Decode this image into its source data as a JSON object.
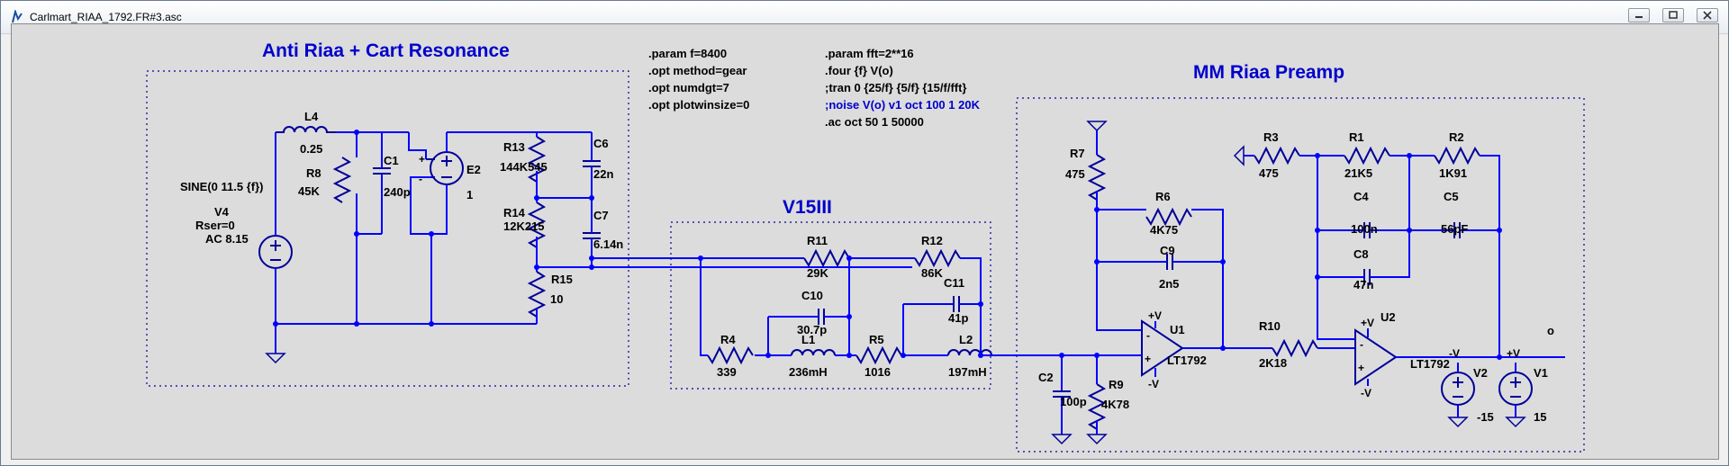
{
  "window": {
    "title": "Carlmart_RIAA_1792.FR#3.asc"
  },
  "titles": {
    "anti_riaa": "Anti Riaa + Cart Resonance",
    "v15": "V15III",
    "mm": "MM Riaa Preamp"
  },
  "directives": [
    ".param f=8400",
    ".opt method=gear",
    ".opt numdgt=7",
    ".opt plotwinsize=0",
    ".param fft=2**16",
    ".four {f} V(o)",
    ";tran 0 {25/f} {5/f} {15/f/fft}",
    ";noise V(o) v1 oct 100 1 20K",
    ".ac oct 50 1 50000"
  ],
  "parts": {
    "L4": {
      "name": "L4",
      "value": "0.25"
    },
    "R8": {
      "name": "R8",
      "value": "45K"
    },
    "C1": {
      "name": "C1",
      "value": "240p"
    },
    "E2": {
      "name": "E2",
      "value": "1"
    },
    "R13": {
      "name": "R13",
      "value": "144K545"
    },
    "R14": {
      "name": "R14",
      "value": "12K215"
    },
    "C6": {
      "name": "C6",
      "value": "22n"
    },
    "C7": {
      "name": "C7",
      "value": "6.14n"
    },
    "R15": {
      "name": "R15",
      "value": "10"
    },
    "V4": {
      "name": "V4",
      "line1": "SINE(0 11.5 {f})",
      "line2": "Rser=0",
      "line3": "AC 8.15"
    },
    "R11": {
      "name": "R11",
      "value": "29K"
    },
    "R12": {
      "name": "R12",
      "value": "86K"
    },
    "C10": {
      "name": "C10",
      "value": "30.7p"
    },
    "C11": {
      "name": "C11",
      "value": "41p"
    },
    "R4": {
      "name": "R4",
      "value": "339"
    },
    "L1": {
      "name": "L1",
      "value": "236mH"
    },
    "R5": {
      "name": "R5",
      "value": "1016"
    },
    "L2": {
      "name": "L2",
      "value": "197mH"
    },
    "C2": {
      "name": "C2",
      "value": "100p"
    },
    "R9": {
      "name": "R9",
      "value": "4K78"
    },
    "R7": {
      "name": "R7",
      "value": "475"
    },
    "R6": {
      "name": "R6",
      "value": "4K75"
    },
    "C9": {
      "name": "C9",
      "value": "2n5"
    },
    "U1": {
      "name": "U1",
      "value": "LT1792"
    },
    "R10": {
      "name": "R10",
      "value": "2K18"
    },
    "R3": {
      "name": "R3",
      "value": "475"
    },
    "R1": {
      "name": "R1",
      "value": "21K5"
    },
    "R2": {
      "name": "R2",
      "value": "1K91"
    },
    "C4": {
      "name": "C4",
      "value": "100n"
    },
    "C5": {
      "name": "C5",
      "value": "56pF"
    },
    "C8": {
      "name": "C8",
      "value": "47n"
    },
    "U2": {
      "name": "U2",
      "value": "LT1792"
    },
    "V2": {
      "name": "V2",
      "value": "-15"
    },
    "V1": {
      "name": "V1",
      "value": "15"
    }
  },
  "pins": {
    "plus": "+V",
    "minus": "-V",
    "out": "o"
  },
  "colors": {
    "wire": "#0000ff",
    "component": "#000099",
    "title": "#0000cc",
    "canvas": "#dcdcdc"
  }
}
